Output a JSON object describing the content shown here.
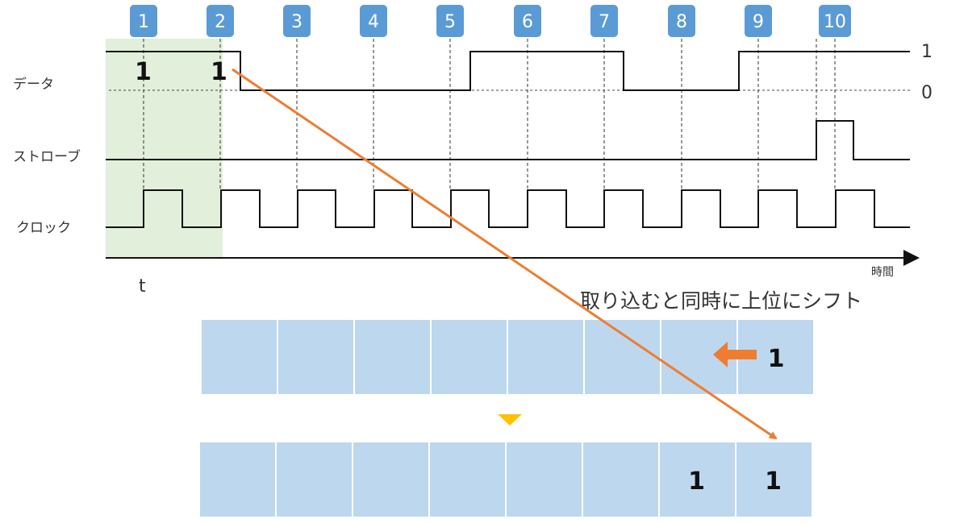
{
  "signal_labels": {
    "data": "データ",
    "strobe": "ストローブ",
    "clock": "クロック"
  },
  "levels": {
    "high": "1",
    "low": "0"
  },
  "clock_numbers": [
    "1",
    "2",
    "3",
    "4",
    "5",
    "6",
    "7",
    "8",
    "9",
    "10"
  ],
  "time_axis_label": "時間",
  "t_label": "t",
  "data_sample_marks": [
    "1",
    "1"
  ],
  "shift_caption": "取り込むと同時に上位にシフト",
  "register_before": {
    "cells": [
      "",
      "",
      "",
      "",
      "",
      "",
      "",
      "1"
    ]
  },
  "register_after": {
    "cells": [
      "",
      "",
      "",
      "",
      "",
      "",
      "1",
      "1"
    ]
  },
  "colors": {
    "number_box": "#5b9bd5",
    "highlight": "#e2efda",
    "register_cell": "#bdd7ee",
    "arrow": "#ed7d31",
    "down_triangle": "#ffc000"
  }
}
